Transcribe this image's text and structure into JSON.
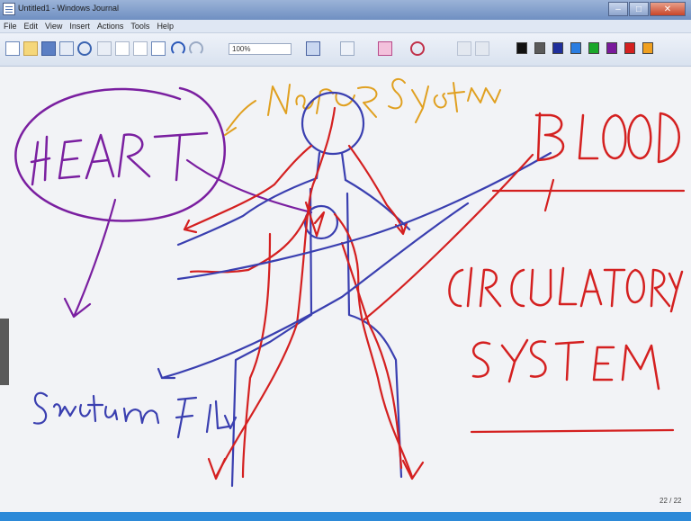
{
  "window": {
    "title": "Untitled1 - Windows Journal"
  },
  "menu": [
    "File",
    "Edit",
    "View",
    "Insert",
    "Actions",
    "Tools",
    "Help"
  ],
  "toolbar": {
    "zoom": "100%",
    "colors": [
      "#111111",
      "#5a5a5a",
      "#1f2f9c",
      "#2a7de1",
      "#1aa82a",
      "#7a1a9c",
      "#d42020",
      "#f0a020"
    ]
  },
  "page_indicator": "22 / 22"
}
